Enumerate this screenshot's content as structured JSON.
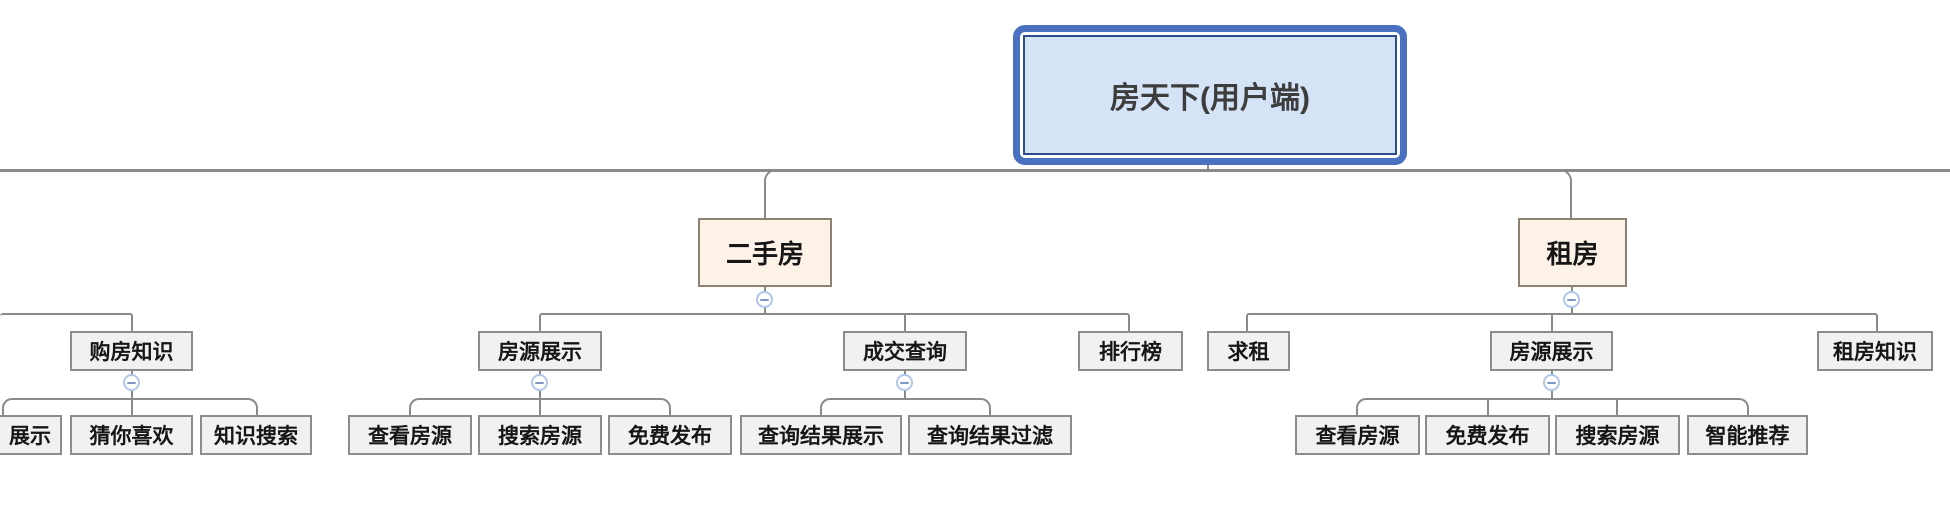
{
  "mindmap": {
    "root": {
      "label": "房天下(用户端)"
    },
    "branches": [
      {
        "label": "二手房",
        "children": [
          {
            "label": "房源展示",
            "children": [
              {
                "label": "查看房源"
              },
              {
                "label": "搜索房源"
              },
              {
                "label": "免费发布"
              }
            ]
          },
          {
            "label": "成交查询",
            "children": [
              {
                "label": "查询结果展示"
              },
              {
                "label": "查询结果过滤"
              }
            ]
          },
          {
            "label": "排行榜",
            "children": []
          }
        ]
      },
      {
        "label": "租房",
        "children": [
          {
            "label": "求租",
            "children": []
          },
          {
            "label": "房源展示",
            "children": [
              {
                "label": "查看房源"
              },
              {
                "label": "免费发布"
              },
              {
                "label": "搜索房源"
              },
              {
                "label": "智能推荐"
              }
            ]
          },
          {
            "label": "租房知识",
            "children": []
          }
        ]
      }
    ],
    "partially_visible_group": {
      "parent": {
        "label": "购房知识"
      },
      "children": [
        {
          "label": "展示"
        },
        {
          "label": "猜你喜欢"
        },
        {
          "label": "知识搜索"
        }
      ]
    },
    "colors": {
      "root_border": "#4a70c1",
      "root_inner_border": "#2e4d88",
      "root_fill": "#d5e3f7",
      "branch_fill": "#fdf2e8",
      "branch_border": "#8b8274",
      "node_fill": "#f1f1f0",
      "node_border": "#8c8c8c",
      "connector": "#8a8a8a",
      "collapse_ring": "#b1c6e8",
      "collapse_minus": "#8098c6"
    }
  }
}
